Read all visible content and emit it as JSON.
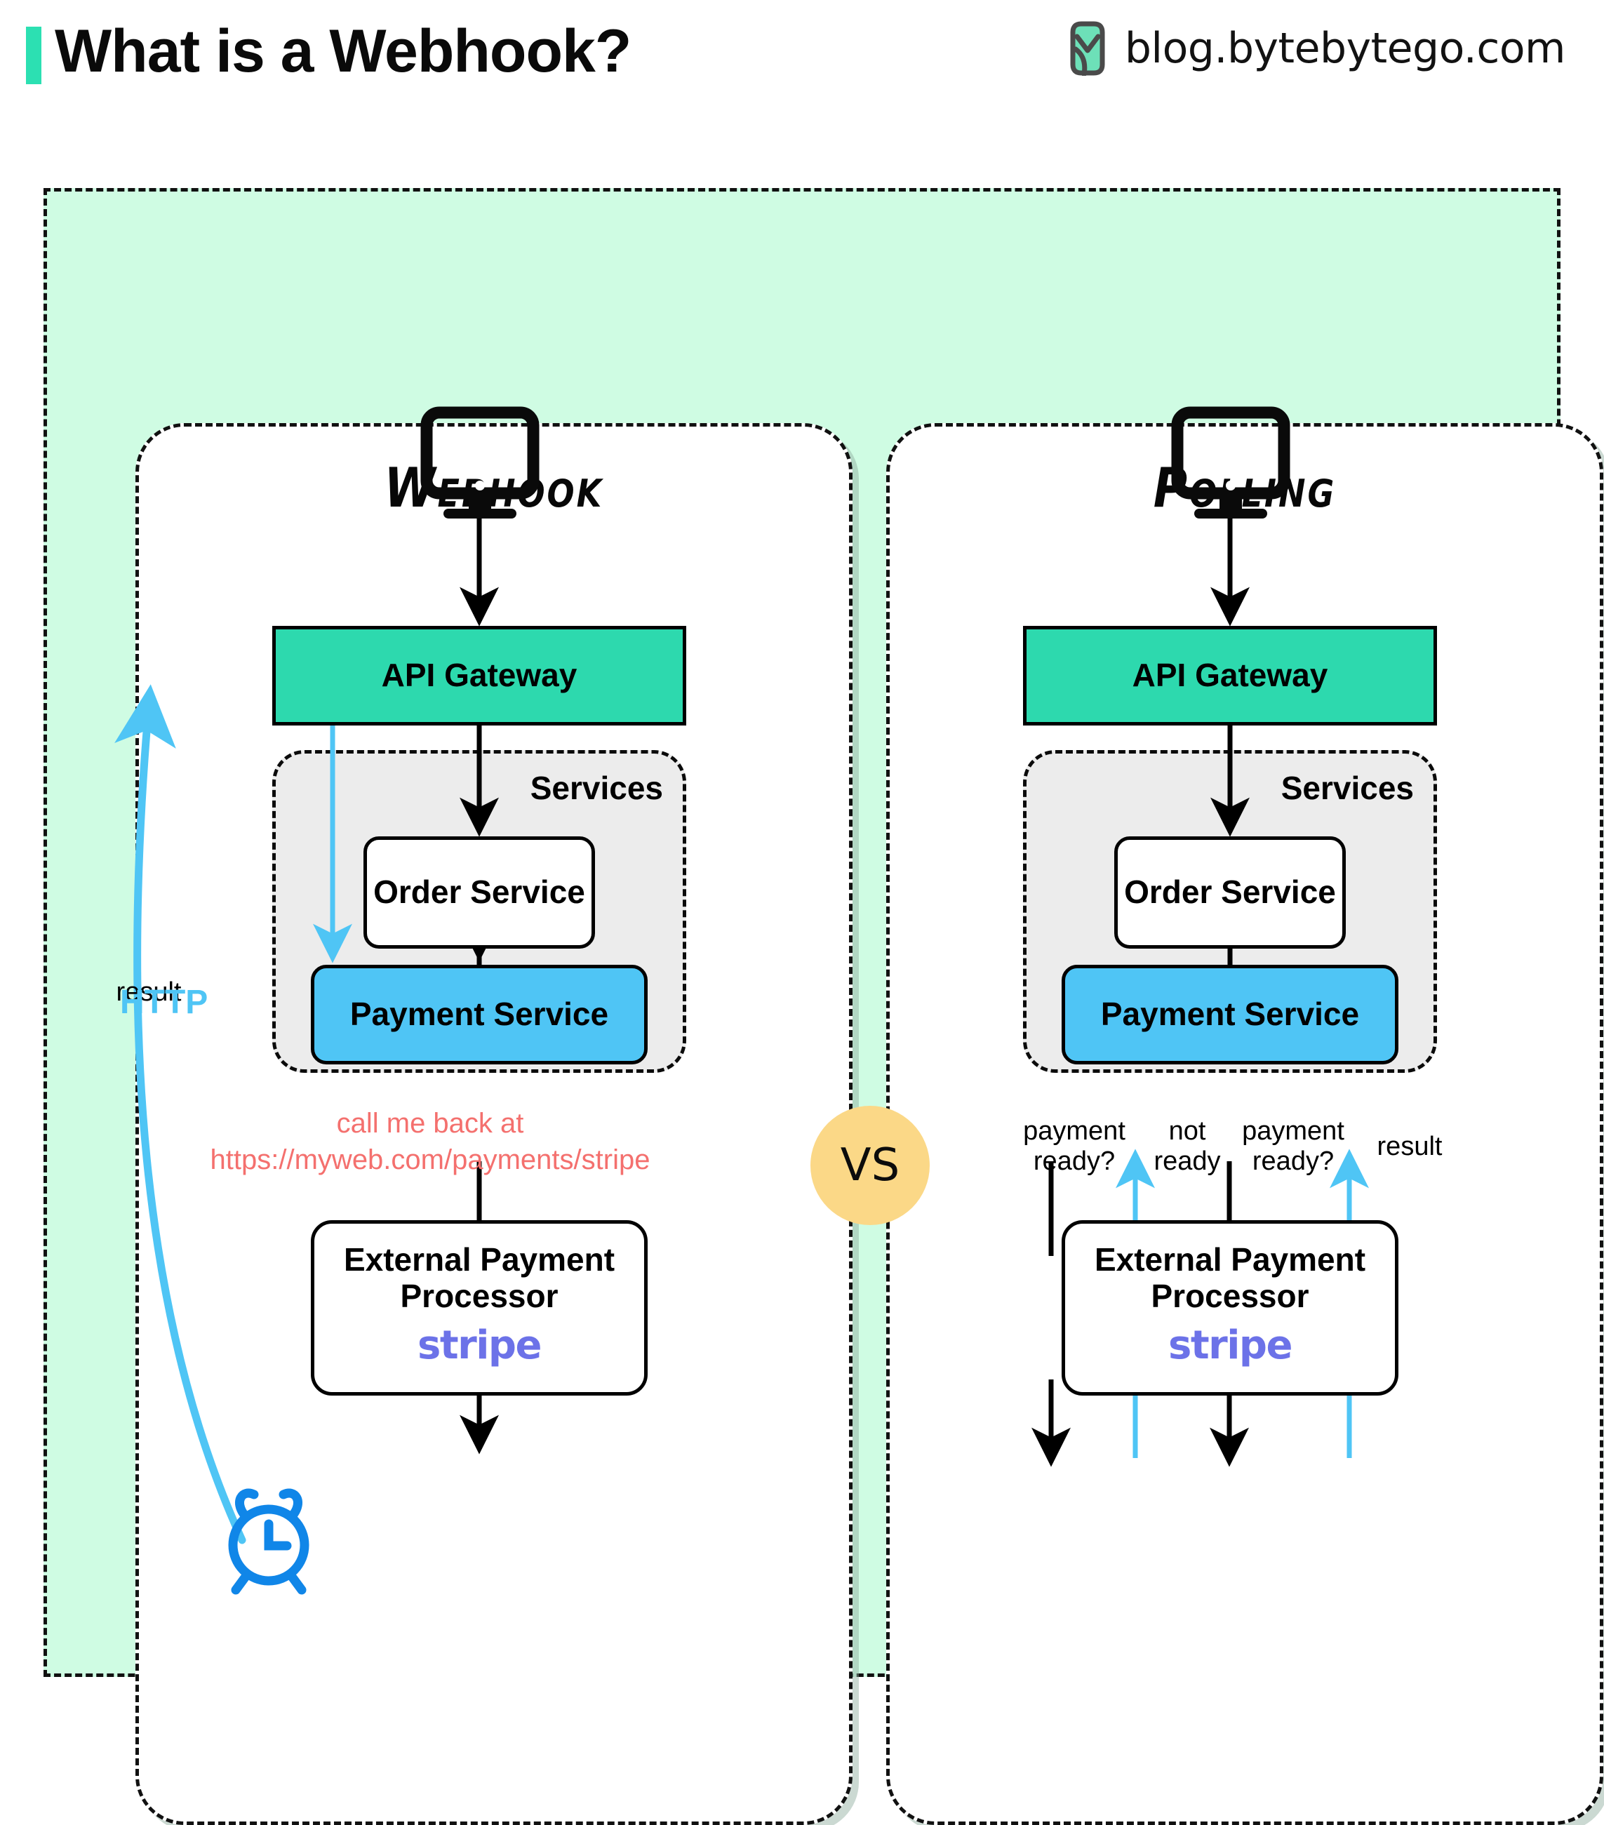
{
  "header": {
    "title": "What is a Webhook?",
    "brand_text": "blog.bytebytego.com",
    "logo_icon": "bytebytego-logo-icon",
    "accent_color": "#2CE0B2"
  },
  "comparison": {
    "vs_label": "VS",
    "vs_color": "#FBD887"
  },
  "colors": {
    "canvas_mint": "#CFFCE3",
    "gateway_teal": "#2DD9AE",
    "payment_blue": "#4FC5F5",
    "services_gray": "#ECECEC",
    "callback_red": "#F4706E",
    "stripe_purple": "#6C72E8",
    "clock_blue": "#1086E8",
    "http_blue": "#4FC5F5"
  },
  "panels": [
    {
      "id": "webhook",
      "title": "Webhook",
      "client_icon": "monitor-icon",
      "gateway": "API Gateway",
      "services_label": "Services",
      "order_service": "Order\nService",
      "payment_service": "Payment Service",
      "processor_title": "External\nPayment Processor",
      "processor_brand": "stripe",
      "callback_note": "call me back at\nhttps://myweb.com/payments/stripe",
      "result_label": "result",
      "http_label": "HTTP",
      "clock_icon": "alarm-clock-icon"
    },
    {
      "id": "polling",
      "title": "Polling",
      "client_icon": "monitor-icon",
      "gateway": "API Gateway",
      "services_label": "Services",
      "order_service": "Order\nService",
      "payment_service": "Payment Service",
      "processor_title": "External\nPayment Processor",
      "processor_brand": "stripe",
      "poll_labels": [
        "payment\nready?",
        "not\nready",
        "payment\nready?",
        "result"
      ]
    }
  ]
}
